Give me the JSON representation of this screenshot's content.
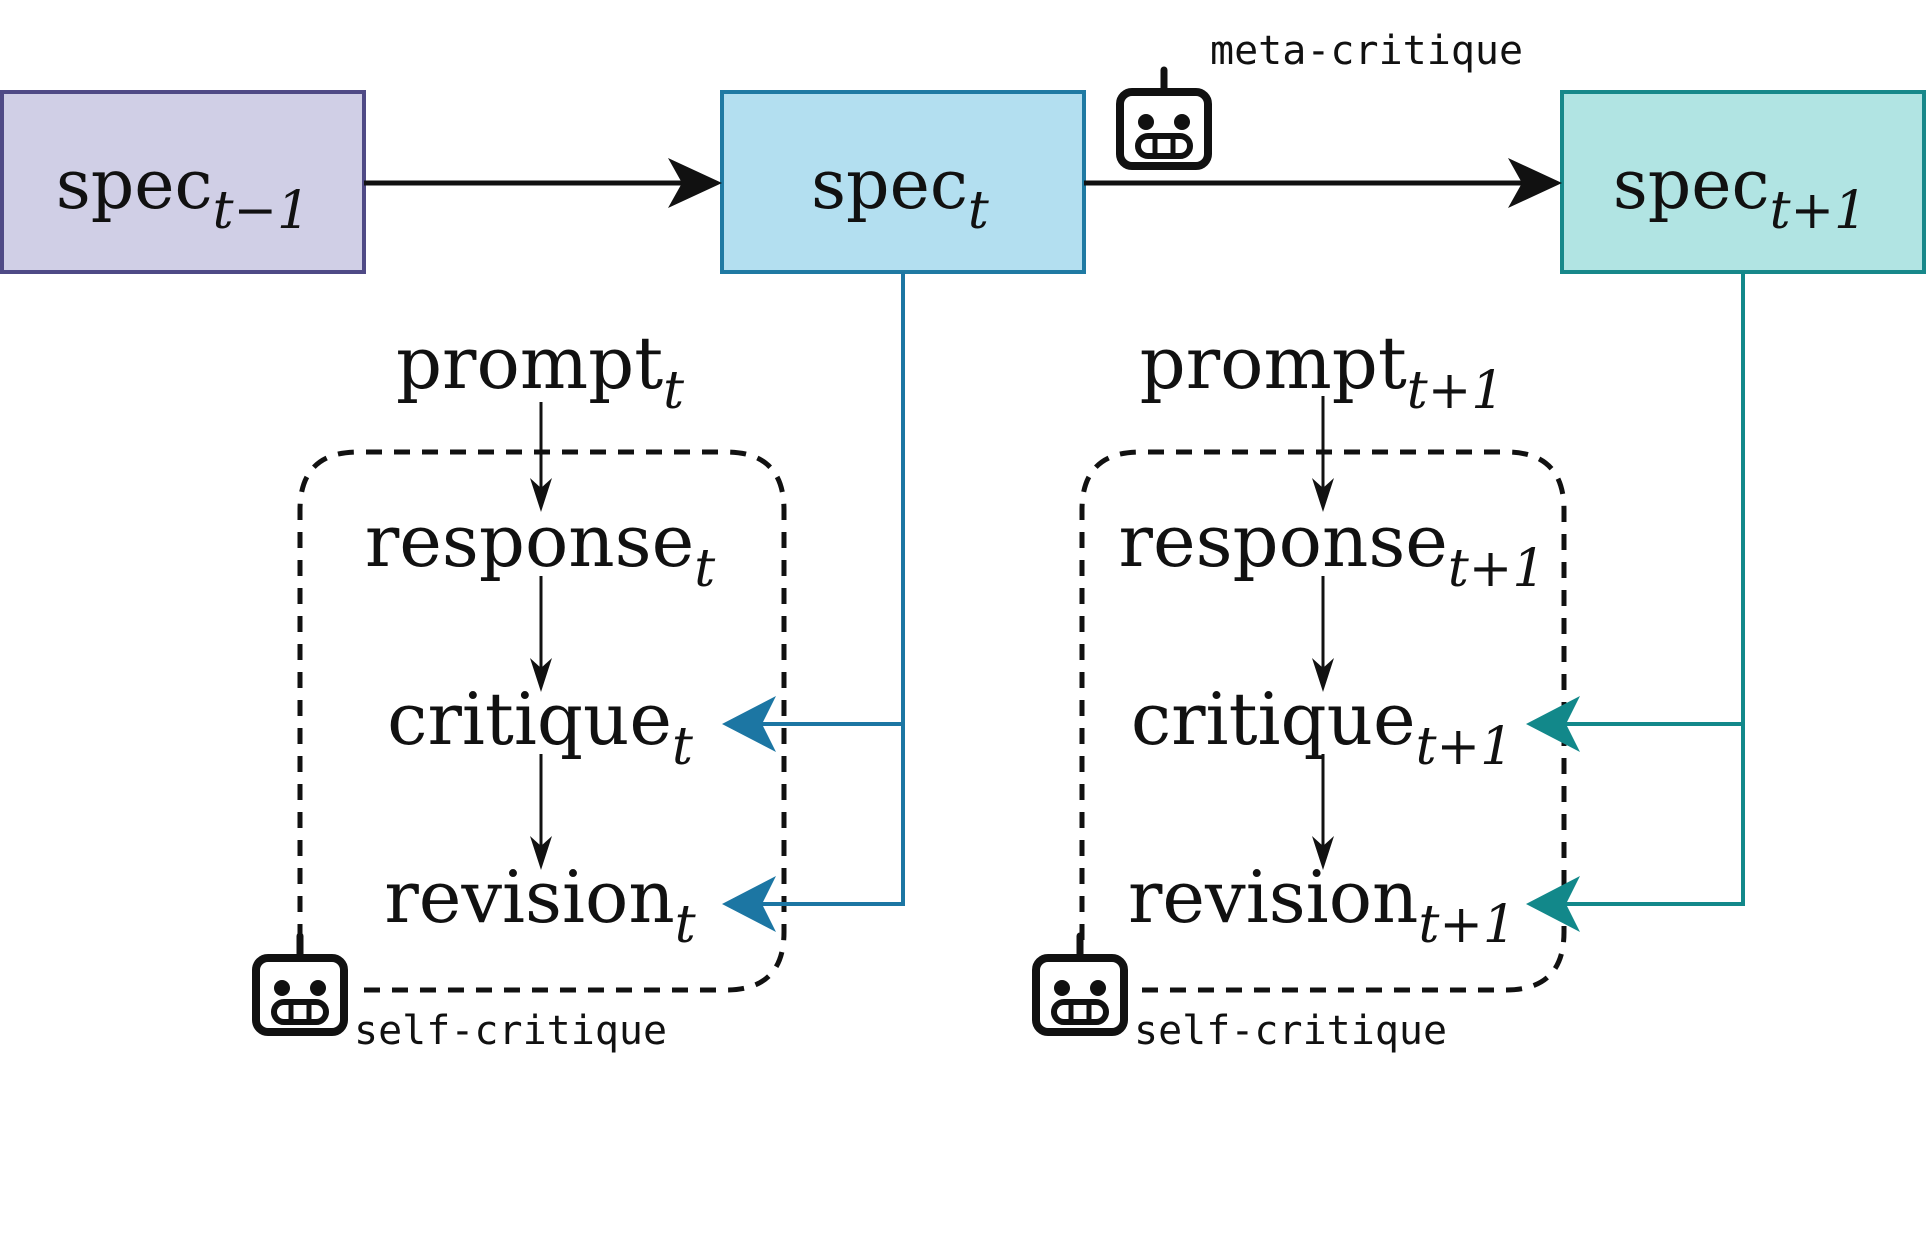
{
  "colors": {
    "spec_prev_fill": "#d0cfe6",
    "spec_prev_stroke": "#4f4a86",
    "spec_cur_fill": "#b3dff0",
    "spec_cur_stroke": "#1f7aa3",
    "spec_next_fill": "#b1e4e3",
    "spec_next_stroke": "#17888a",
    "arrow_blue": "#1c76a3",
    "arrow_teal": "#12888a",
    "ink": "#111111"
  },
  "specs": {
    "prev": {
      "base": "spec",
      "sub": "t−1"
    },
    "cur": {
      "base": "spec",
      "sub": "t"
    },
    "next": {
      "base": "spec",
      "sub": "t+1"
    }
  },
  "meta_label": "meta-critique",
  "left_chain": {
    "prompt": {
      "base": "prompt",
      "sub": "t"
    },
    "response": {
      "base": "response",
      "sub": "t"
    },
    "critique": {
      "base": "critique",
      "sub": "t"
    },
    "revision": {
      "base": "revision",
      "sub": "t"
    },
    "label": "self-critique"
  },
  "right_chain": {
    "prompt": {
      "base": "prompt",
      "sub": "t+1"
    },
    "response": {
      "base": "response",
      "sub": "t+1"
    },
    "critique": {
      "base": "critique",
      "sub": "t+1"
    },
    "revision": {
      "base": "revision",
      "sub": "t+1"
    },
    "label": "self-critique"
  },
  "icons": [
    "robot-icon",
    "robot-icon",
    "robot-icon"
  ]
}
